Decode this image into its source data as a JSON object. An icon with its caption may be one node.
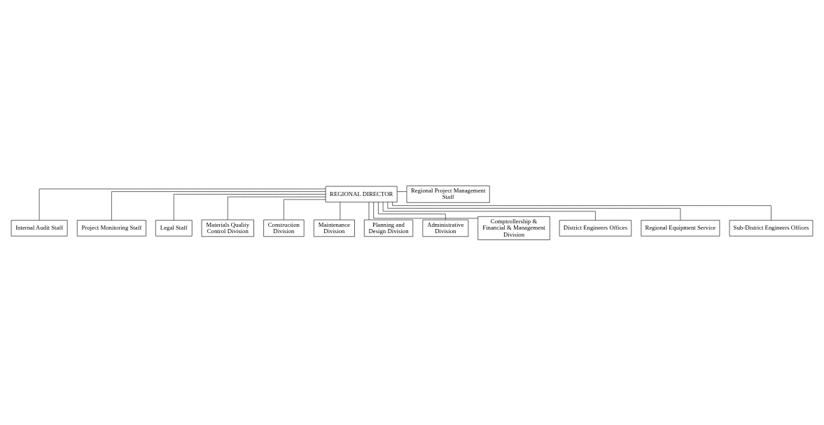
{
  "diagram": {
    "nodes": [
      {
        "text": [
          "REGIONAL DIRECTOR"
        ]
      },
      {
        "text": [
          "Regional Project Management Staff"
        ]
      },
      {
        "text": [
          "Internal Audit Staff"
        ]
      },
      {
        "text": [
          "Project Monitoring Staff"
        ]
      },
      {
        "text": [
          "Legal Staff"
        ]
      },
      {
        "text": [
          "Materials Quality Control Division"
        ]
      },
      {
        "text": [
          "Construction Division"
        ]
      },
      {
        "text": [
          "Maintenance Division"
        ]
      },
      {
        "text": [
          "Planning and Design Division"
        ]
      },
      {
        "text": [
          "Administrative Division"
        ]
      },
      {
        "text": [
          "Comptrollership & Financial & Management Division"
        ]
      },
      {
        "text": [
          "District Engineers Offices"
        ]
      },
      {
        "text": [
          "Regional Equipment Service"
        ]
      },
      {
        "text": [
          "Sub-District Engineers Offices"
        ]
      }
    ],
    "edges": [
      {
        "from": 0,
        "to": 1,
        "arrow": "none"
      },
      {
        "from": 0,
        "to": 2,
        "arrow": "none"
      },
      {
        "from": 0,
        "to": 3,
        "arrow": "none"
      },
      {
        "from": 0,
        "to": 4,
        "arrow": "none"
      },
      {
        "from": 0,
        "to": 5,
        "arrow": "none"
      },
      {
        "from": 0,
        "to": 6,
        "arrow": "none"
      },
      {
        "from": 0,
        "to": 7,
        "arrow": "none"
      },
      {
        "from": 0,
        "to": 8,
        "arrow": "none"
      },
      {
        "from": 0,
        "to": 9,
        "arrow": "none"
      },
      {
        "from": 0,
        "to": 10,
        "arrow": "none"
      },
      {
        "from": 0,
        "to": 11,
        "arrow": "none"
      },
      {
        "from": 0,
        "to": 12,
        "arrow": "none"
      },
      {
        "from": 0,
        "to": 13,
        "arrow": "none"
      }
    ]
  }
}
